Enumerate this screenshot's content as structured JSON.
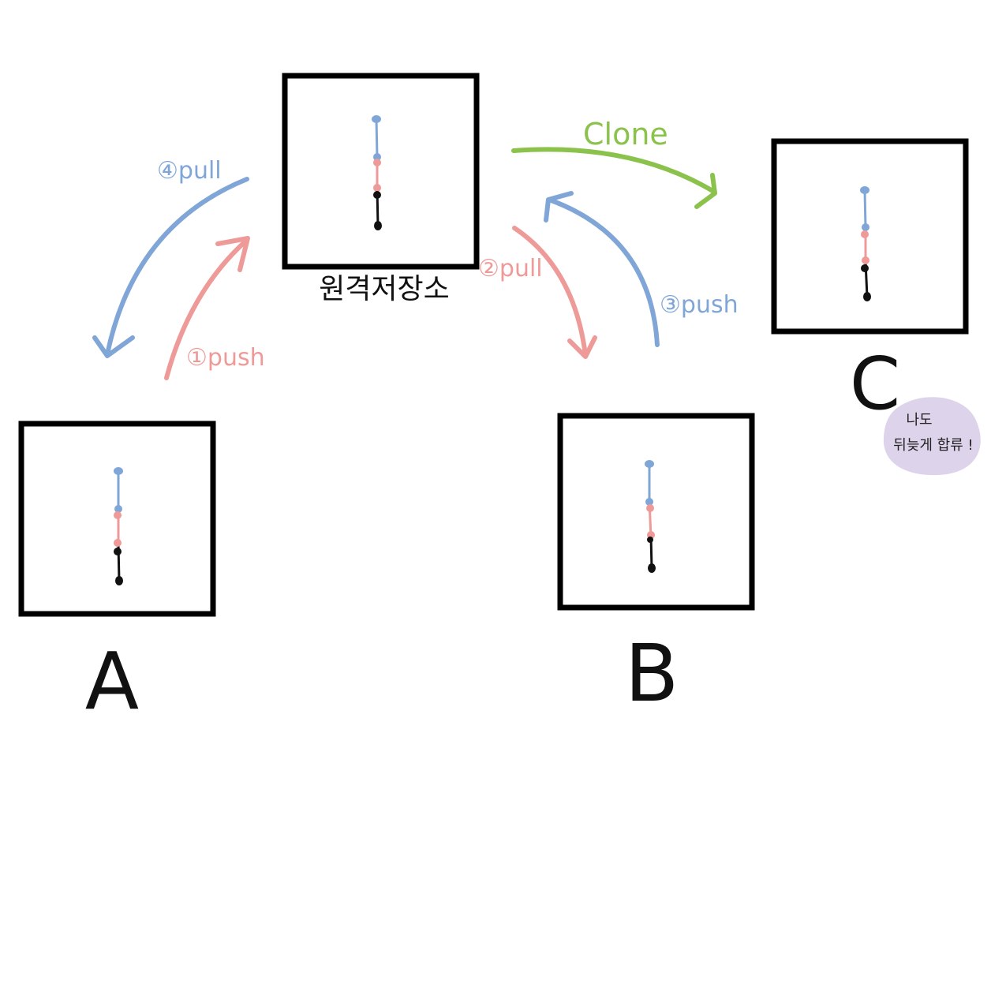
{
  "repositories": {
    "remote": {
      "label": "원격저장소"
    },
    "a": {
      "label": "A"
    },
    "b": {
      "label": "B"
    },
    "c": {
      "label": "C"
    }
  },
  "arrows": {
    "a_push": {
      "label": "①push",
      "color": "#EE9A98"
    },
    "a_pull": {
      "label": "④pull",
      "color": "#7FA6D6"
    },
    "b_pull": {
      "label": "②pull",
      "color": "#EE9A98"
    },
    "b_push": {
      "label": "③push",
      "color": "#7FA6D6"
    },
    "clone": {
      "label": "Clone",
      "color": "#8BC24C"
    }
  },
  "note": {
    "line1": "나도",
    "line2": "뒤늦게 합류 !",
    "bubble_color": "#DDD3EB"
  },
  "commit_colors": {
    "blue": "#7FA6D6",
    "pink": "#EE9A98",
    "black": "#111111"
  }
}
